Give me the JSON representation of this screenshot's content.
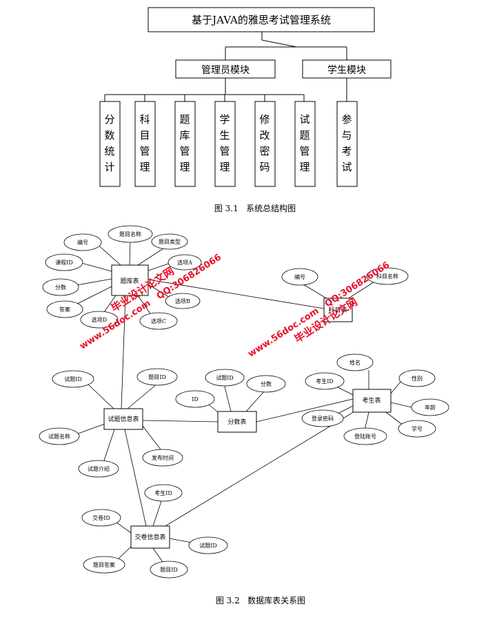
{
  "structure": {
    "root": "基于JAVA的雅思考试管理系统",
    "admin_module": "管理员模块",
    "student_module": "学生模块",
    "admin_children": [
      "分数统计",
      "科目管理",
      "题库管理",
      "学生管理",
      "修改密码",
      "试题管理"
    ],
    "student_children": [
      "参与考试"
    ],
    "caption": "图 3.1   系统总结构图"
  },
  "er": {
    "caption": "图 3.2   数据库表关系图",
    "entities": {
      "tiku": "题库表",
      "kemu": "科目表",
      "shiti": "试题信息表",
      "fenshu": "分数表",
      "kaosheng": "考生表",
      "jiaojuan": "交卷信息表"
    },
    "attributes": {
      "tiku": [
        "编号",
        "题目名称",
        "题目类型",
        "选项A",
        "选项B",
        "选项C",
        "选项D",
        "答案",
        "分数",
        "课程ID"
      ],
      "kemu": [
        "编号",
        "科目名称"
      ],
      "shiti": [
        "试题ID",
        "题目ID",
        "试题名称",
        "发布时间",
        "试题介绍"
      ],
      "fenshu": [
        "试题ID",
        "分数",
        "ID"
      ],
      "kaosheng": [
        "姓名",
        "考生ID",
        "性别",
        "年龄",
        "学号",
        "登陆账号",
        "登录密码"
      ],
      "jiaojuan": [
        "考生ID",
        "交卷ID",
        "试题ID",
        "题目答案",
        "题目ID"
      ]
    }
  },
  "watermarks": [
    {
      "line1": "毕业设计论文网",
      "line2": "www.56doc.com   QQ:306826066"
    },
    {
      "line1": "毕业设计论文网",
      "line2": "www.56doc.com   QQ:306826066"
    }
  ]
}
